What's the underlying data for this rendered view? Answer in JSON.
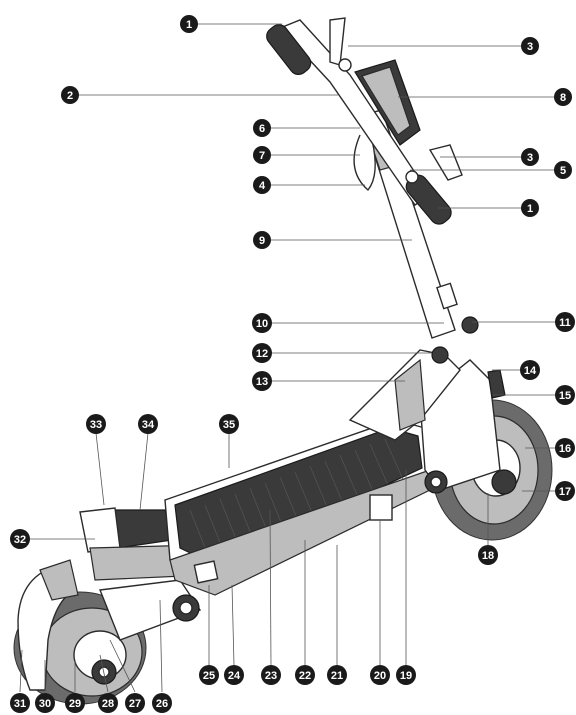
{
  "callouts": [
    {
      "id": "c1a",
      "num": "1"
    },
    {
      "id": "c3a",
      "num": "3"
    },
    {
      "id": "c2",
      "num": "2"
    },
    {
      "id": "c8",
      "num": "8"
    },
    {
      "id": "c6",
      "num": "6"
    },
    {
      "id": "c7",
      "num": "7"
    },
    {
      "id": "c3b",
      "num": "3"
    },
    {
      "id": "c5",
      "num": "5"
    },
    {
      "id": "c4",
      "num": "4"
    },
    {
      "id": "c1b",
      "num": "1"
    },
    {
      "id": "c9",
      "num": "9"
    },
    {
      "id": "c10",
      "num": "10"
    },
    {
      "id": "c11",
      "num": "11"
    },
    {
      "id": "c12",
      "num": "12"
    },
    {
      "id": "c14",
      "num": "14"
    },
    {
      "id": "c13",
      "num": "13"
    },
    {
      "id": "c15",
      "num": "15"
    },
    {
      "id": "c33",
      "num": "33"
    },
    {
      "id": "c34",
      "num": "34"
    },
    {
      "id": "c35",
      "num": "35"
    },
    {
      "id": "c16",
      "num": "16"
    },
    {
      "id": "c17",
      "num": "17"
    },
    {
      "id": "c32",
      "num": "32"
    },
    {
      "id": "c18",
      "num": "18"
    },
    {
      "id": "c25",
      "num": "25"
    },
    {
      "id": "c24",
      "num": "24"
    },
    {
      "id": "c23",
      "num": "23"
    },
    {
      "id": "c22",
      "num": "22"
    },
    {
      "id": "c21",
      "num": "21"
    },
    {
      "id": "c20",
      "num": "20"
    },
    {
      "id": "c19",
      "num": "19"
    },
    {
      "id": "c31",
      "num": "31"
    },
    {
      "id": "c30",
      "num": "30"
    },
    {
      "id": "c29",
      "num": "29"
    },
    {
      "id": "c28",
      "num": "28"
    },
    {
      "id": "c27",
      "num": "27"
    },
    {
      "id": "c26",
      "num": "26"
    }
  ]
}
